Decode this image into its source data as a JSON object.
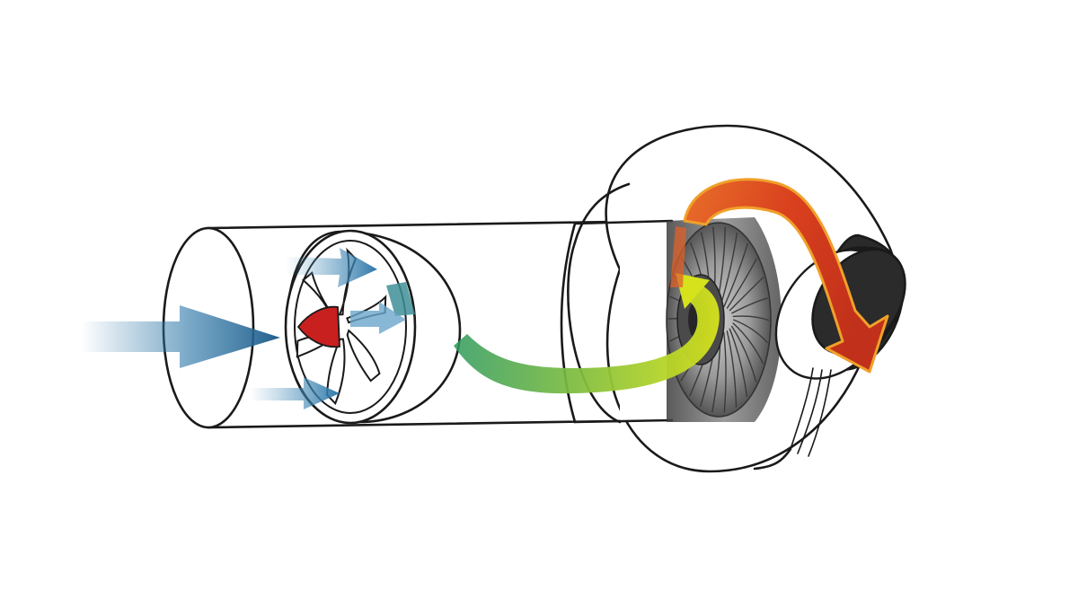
{
  "diagram": {
    "colors": {
      "inlet_air": "#2f78a8",
      "compressed_air_start": "#2f9a5c",
      "compressed_air_end": "#d6e21c",
      "hot_exhaust": "#d9401e",
      "exhaust_glow": "#f0a02a",
      "spinner": "#c8201e",
      "turbine_metal": "#6f6f6f",
      "outline": "#1a1a1a"
    },
    "icons": [
      "inlet-air-arrow",
      "compressor-fan-icon",
      "compressed-air-arrow",
      "turbine-wheel-icon",
      "exhaust-arrow"
    ]
  }
}
